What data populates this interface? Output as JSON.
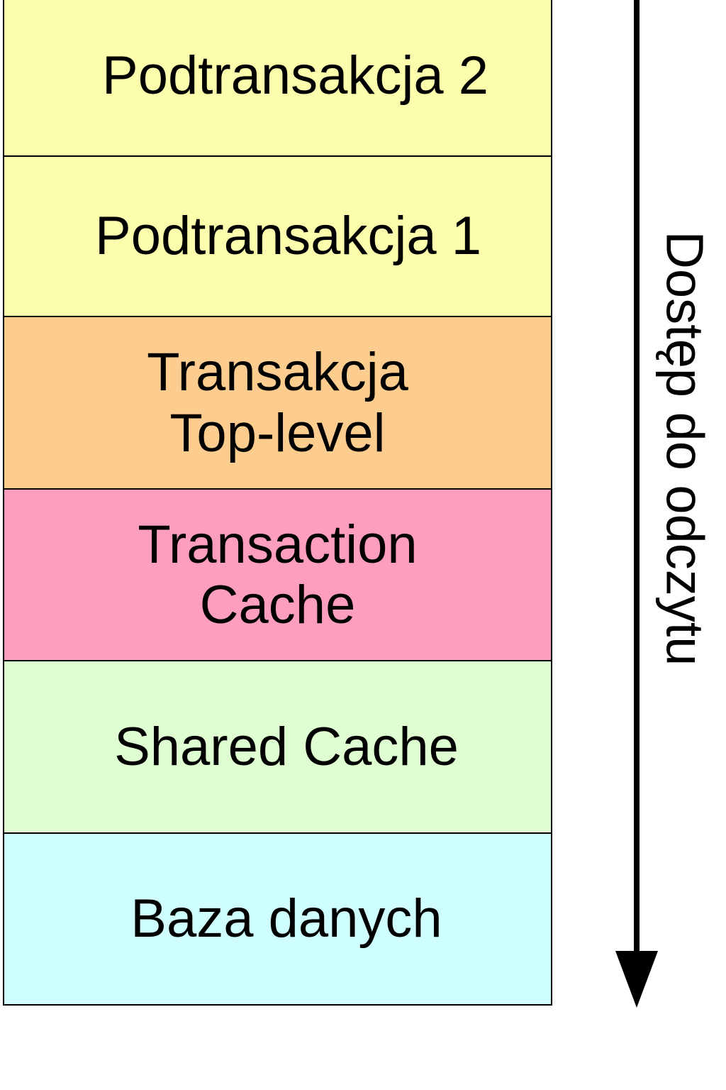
{
  "diagram": {
    "layers": [
      {
        "lines": [
          "Podtransakcja 2"
        ],
        "color": "#fdfdae",
        "weight": 1.0
      },
      {
        "lines": [
          "Podtransakcja 1"
        ],
        "color": "#fdfdae",
        "weight": 1.0
      },
      {
        "lines": [
          "Transakcja",
          "Top-level"
        ],
        "color": "#fdcc8f",
        "weight": 1.07
      },
      {
        "lines": [
          "Transaction",
          "Cache"
        ],
        "color": "#fd9fbc",
        "weight": 1.07
      },
      {
        "lines": [
          "Shared Cache"
        ],
        "color": "#dffed1",
        "weight": 1.07
      },
      {
        "lines": [
          "Baza danych"
        ],
        "color": "#cffefe",
        "weight": 1.07
      }
    ],
    "arrow": {
      "label": "Dostęp do odczytu",
      "direction": "down"
    }
  }
}
